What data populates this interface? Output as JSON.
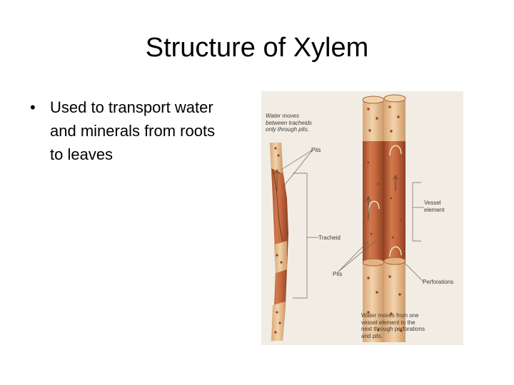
{
  "slide": {
    "title": "Structure of Xylem",
    "bullets": [
      {
        "marker": "•",
        "lines": [
          "Used to transport water",
          "and minerals from roots",
          "to leaves"
        ]
      }
    ]
  },
  "diagram": {
    "labels": {
      "water_tracheids": [
        "Water moves",
        "between tracheids",
        "only through pits."
      ],
      "pits_top": "Pits",
      "tracheid": "Tracheid",
      "vessel_element": [
        "Vessel",
        "element"
      ],
      "pits_bottom": "Pits",
      "perforations": "Perforations",
      "water_vessel": [
        "Water moves from one",
        "vessel element to the",
        "next through perforations",
        "and pits."
      ]
    },
    "colors": {
      "cell_wall": "#c4683f",
      "cell_dark": "#9a4526",
      "cell_light": "#e8c59a",
      "pit": "#a33c22",
      "leader_line": "#6d625a",
      "background": "#f1ede5"
    }
  }
}
